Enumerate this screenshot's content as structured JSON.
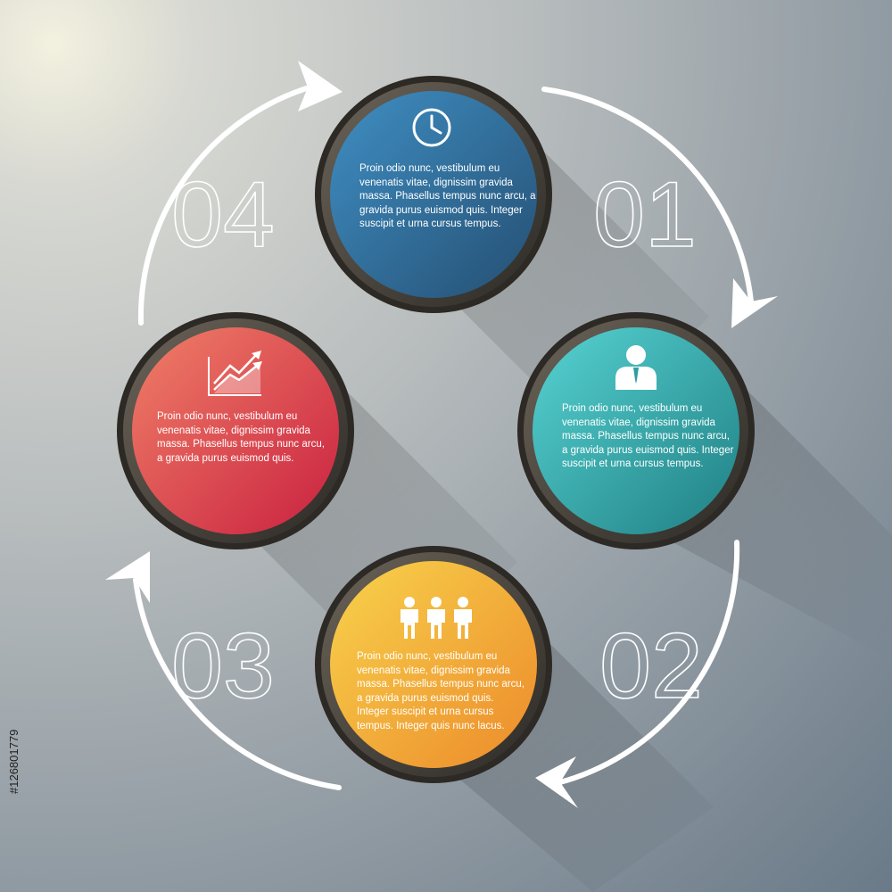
{
  "steps": [
    {
      "number": "01",
      "color": "#2f9ea0",
      "icon": "businessman-icon",
      "text": "Proin odio nunc, vestibulum eu venenatis vitae, dignissim gravida massa. Phasellus tempus nunc arcu, a gravida purus euismod quis. Integer suscipit et urna cursus tempus."
    },
    {
      "number": "02",
      "color": "#f2a431",
      "icon": "three-people-icon",
      "text": "Proin odio nunc, vestibulum eu venenatis vitae, dignissim gravida massa. Phasellus tempus nunc arcu, a gravida purus euismod quis. Integer suscipit et urna cursus tempus. Integer quis nunc lacus."
    },
    {
      "number": "03",
      "color": "#d9414f",
      "icon": "growth-chart-icon",
      "text": "Proin odio nunc, vestibulum eu venenatis vitae, dignissim gravida massa. Phasellus tempus nunc arcu, a gravida purus euismod quis."
    },
    {
      "number": "04",
      "color": "#2e6c96",
      "icon": "clock-icon",
      "text": "Proin odio nunc, vestibulum eu venenatis vitae, dignissim gravida massa. Phasellus tempus nunc arcu, a gravida purus euismod quis. Integer suscipit et urna cursus tempus."
    }
  ],
  "stock_id": "#126801779"
}
